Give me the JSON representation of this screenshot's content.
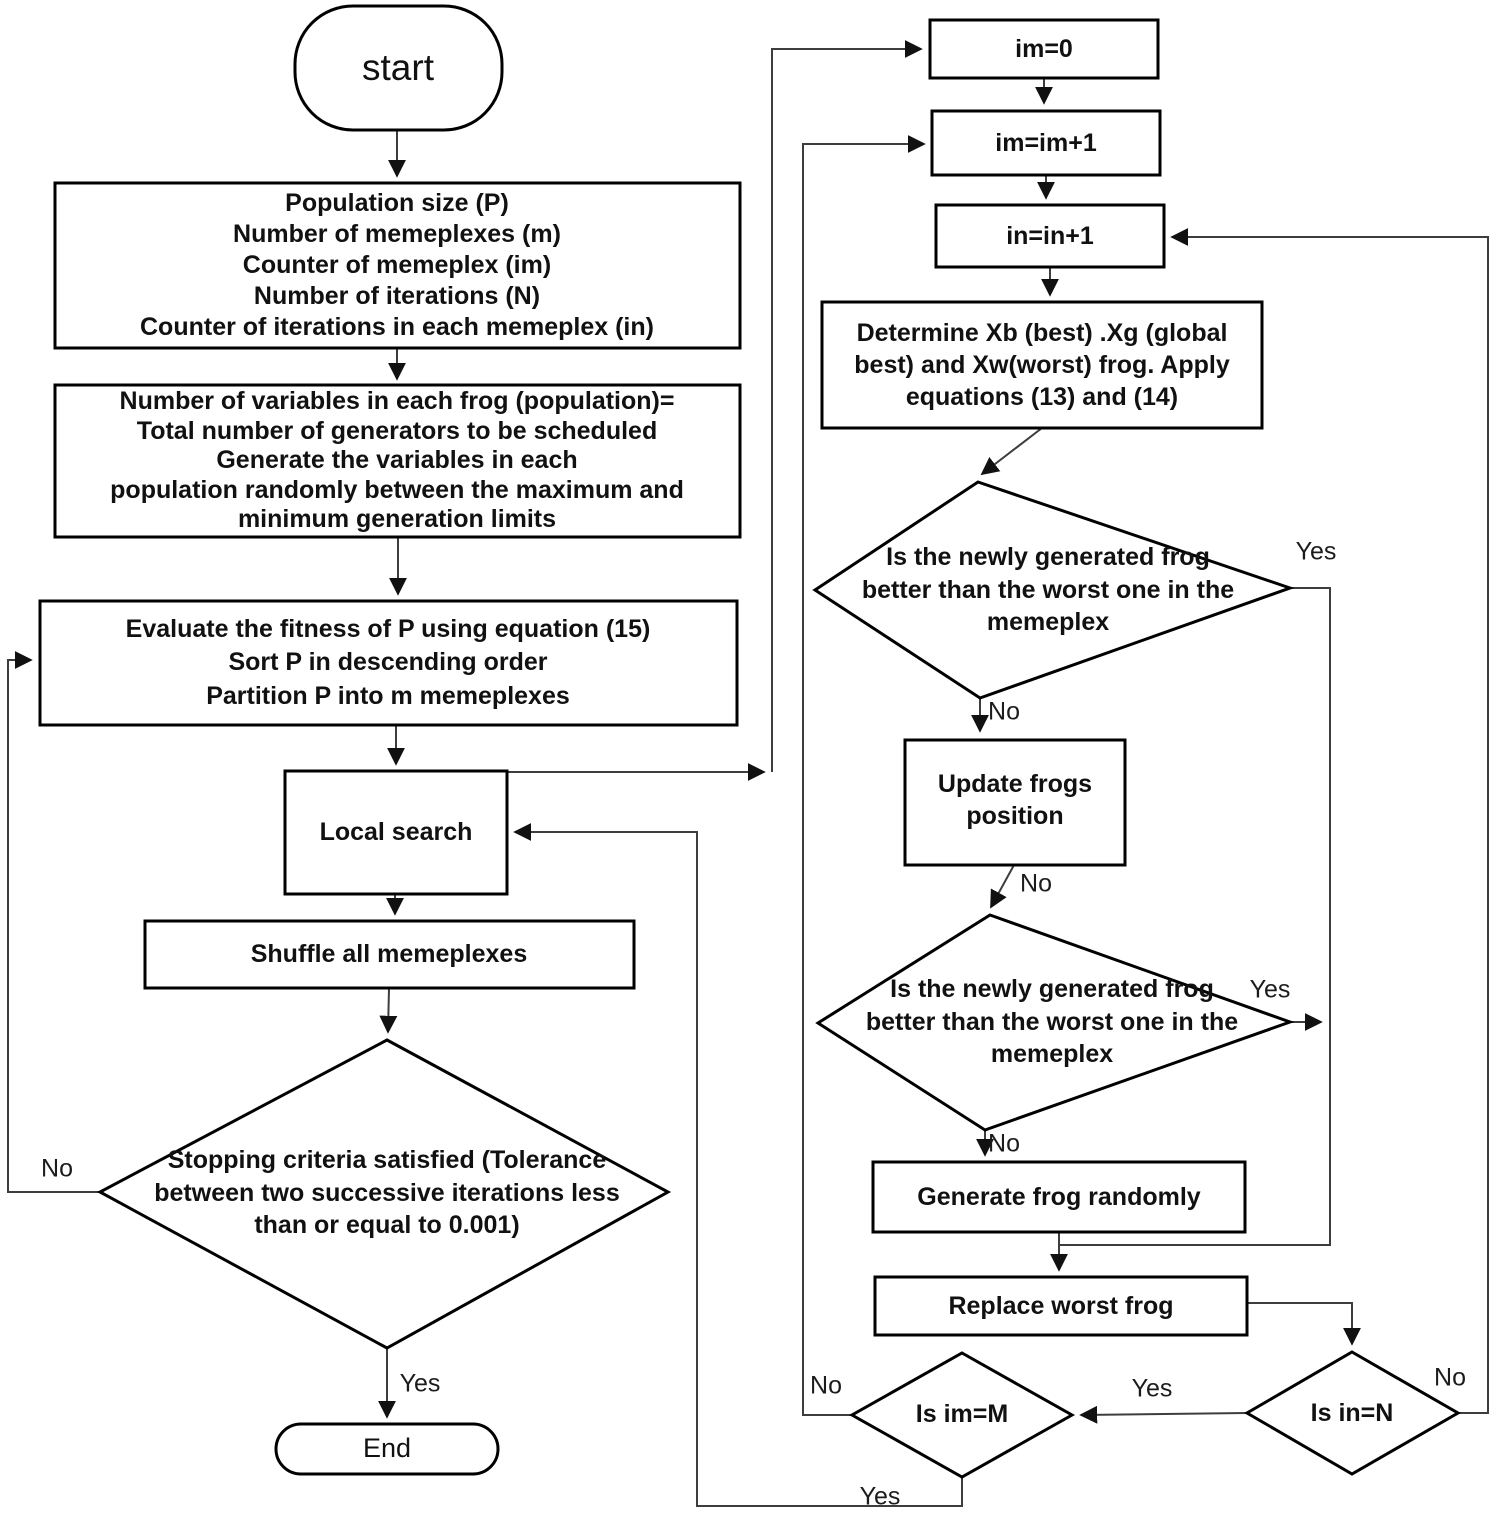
{
  "diagram": {
    "type": "flowchart",
    "background": "#ffffff",
    "shape_border_color": "#000000",
    "connector_color": "#3d3d3d",
    "text_color": "#111111"
  },
  "nodes": {
    "start": {
      "label": "start",
      "shape": "terminator"
    },
    "init": {
      "label": "Population size (P)\nNumber of memeplexes (m)\nCounter of memeplex (im)\nNumber of iterations (N)\nCounter of iterations in each memeplex (in)",
      "shape": "process"
    },
    "variables": {
      "label": "Number of variables in each frog (population)=\nTotal number of generators to be scheduled\nGenerate the variables in each\npopulation randomly between the maximum and\nminimum generation limits",
      "shape": "process"
    },
    "evaluate": {
      "label": "Evaluate the fitness of P using equation (15)\nSort P in descending order\nPartition P into m memeplexes",
      "shape": "process"
    },
    "local_search": {
      "label": "Local search",
      "shape": "process"
    },
    "shuffle": {
      "label": "Shuffle all memeplexes",
      "shape": "process"
    },
    "stopping": {
      "label": "Stopping criteria satisfied (Tolerance\nbetween two successive iterations less\nthan or equal to 0.001)",
      "shape": "decision"
    },
    "end": {
      "label": "End",
      "shape": "terminator"
    },
    "im_zero": {
      "label": "im=0",
      "shape": "process"
    },
    "im_increment": {
      "label": "im=im+1",
      "shape": "process"
    },
    "in_increment": {
      "label": "in=in+1",
      "shape": "process"
    },
    "determine": {
      "label": "Determine Xb (best) .Xg (global\nbest) and Xw(worst) frog. Apply\nequations (13) and (14)",
      "shape": "process"
    },
    "frog_check_1": {
      "label": "Is the newly generated frog\nbetter than the worst one in the\nmemeplex",
      "shape": "decision"
    },
    "update": {
      "label": "Update frogs\nposition",
      "shape": "process"
    },
    "frog_check_2": {
      "label": "Is the newly generated frog\nbetter than the worst one in the\nmemeplex",
      "shape": "decision"
    },
    "generate": {
      "label": "Generate frog randomly",
      "shape": "process"
    },
    "replace": {
      "label": "Replace worst frog",
      "shape": "process"
    },
    "is_im_m": {
      "label": "Is im=M",
      "shape": "decision"
    },
    "is_in_n": {
      "label": "Is in=N",
      "shape": "decision"
    }
  },
  "edge_labels": {
    "stopping_no": "No",
    "stopping_yes": "Yes",
    "check1_yes": "Yes",
    "check1_no": "No",
    "update_no": "No",
    "check2_yes": "Yes",
    "check2_no": "No",
    "is_im_m_no": "No",
    "is_im_m_yes": "Yes",
    "is_in_n_yes": "Yes",
    "is_in_n_no": "No"
  }
}
